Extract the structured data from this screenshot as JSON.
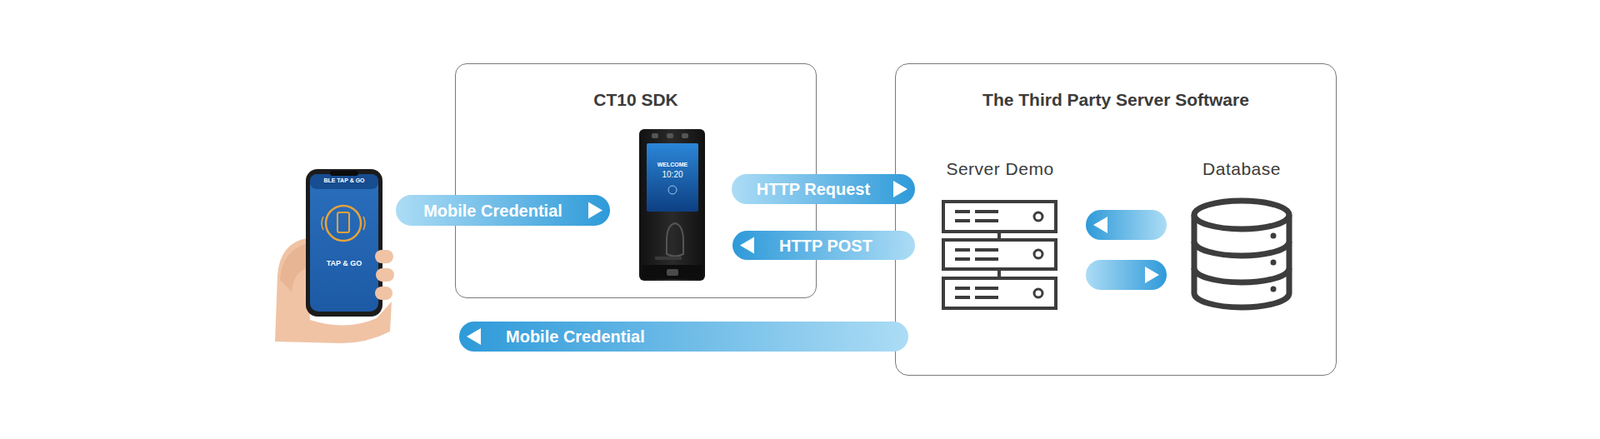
{
  "diagram": {
    "nodes": [
      {
        "text": [
          "BLE TAP & GO",
          "TAP & GO"
        ]
      },
      {
        "text": [
          "CT10 SDK"
        ]
      },
      {
        "text": [
          "WELCOME",
          "10:20"
        ],
        "in": 1
      },
      {
        "text": [
          "The Third Party Server Software"
        ]
      },
      {
        "text": [
          "Server Demo"
        ],
        "in": 3
      },
      {
        "text": [
          "Database"
        ],
        "in": 3
      }
    ],
    "edges": [
      {
        "from": 0,
        "to": 2,
        "label": "Mobile Credential",
        "arrow": "to"
      },
      {
        "from": 2,
        "to": 4,
        "label": "HTTP Request",
        "arrow": "to"
      },
      {
        "from": 4,
        "to": 2,
        "label": "HTTP POST",
        "arrow": "to"
      },
      {
        "from": 5,
        "to": 4,
        "arrow": "to"
      },
      {
        "from": 4,
        "to": 5,
        "arrow": "to"
      },
      {
        "from": 3,
        "to": 0,
        "label": "Mobile Credential",
        "arrow": "to"
      }
    ]
  }
}
